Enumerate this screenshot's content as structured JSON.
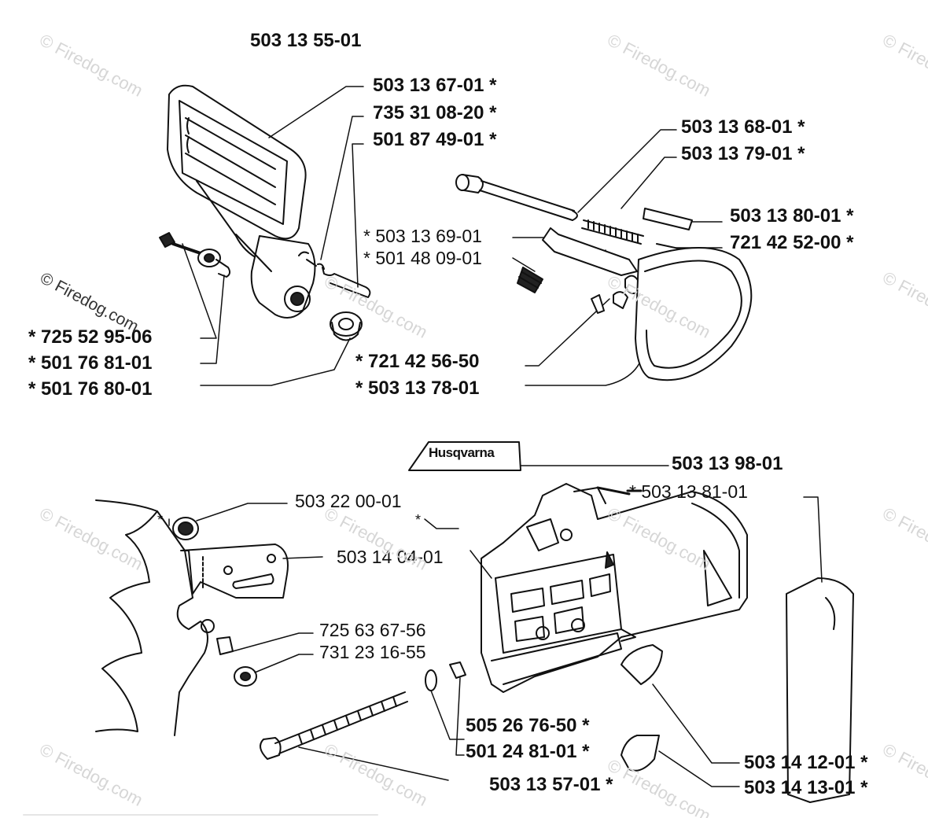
{
  "watermark": "© Firedog.com",
  "brand_logo": "Husqvarna",
  "assemblies": {
    "top_left": "503 13 55-01",
    "bottom_right": "503 13 98-01"
  },
  "parts": {
    "p_503136701": "503 13 67-01  *",
    "p_735310820": "735 31 08-20  *",
    "p_501874901": "501 87 49-01  *",
    "p_503136801": "503 13 68-01  *",
    "p_503137901": "503 13 79-01  *",
    "p_503138001": "503 13 80-01  *",
    "p_721425200": "721 42 52-00  *",
    "p_503136901": "*   503 13 69-01",
    "p_501480901": "*   501 48 09-01",
    "p_725529506": "*  725 52 95-06",
    "p_501768101": "*  501 76 81-01",
    "p_501768001": "*  501 76 80-01",
    "p_721425650": "*  721 42 56-50",
    "p_503137801": "*  503 13 78-01",
    "p_503138101": "*   503 13 81-01",
    "p_503220001": "503 22 00-01",
    "p_503140401": "503 14 04-01",
    "p_725636756": "725 63 67-56",
    "p_731231655": "731 23 16-55",
    "p_505267650": "505 26 76-50  *",
    "p_501248101": "501 24 81-01  *",
    "p_503141201": "503 14 12-01  *",
    "p_503141301": "503 14 13-01  *",
    "p_partial": "503 13 57-01  *"
  }
}
